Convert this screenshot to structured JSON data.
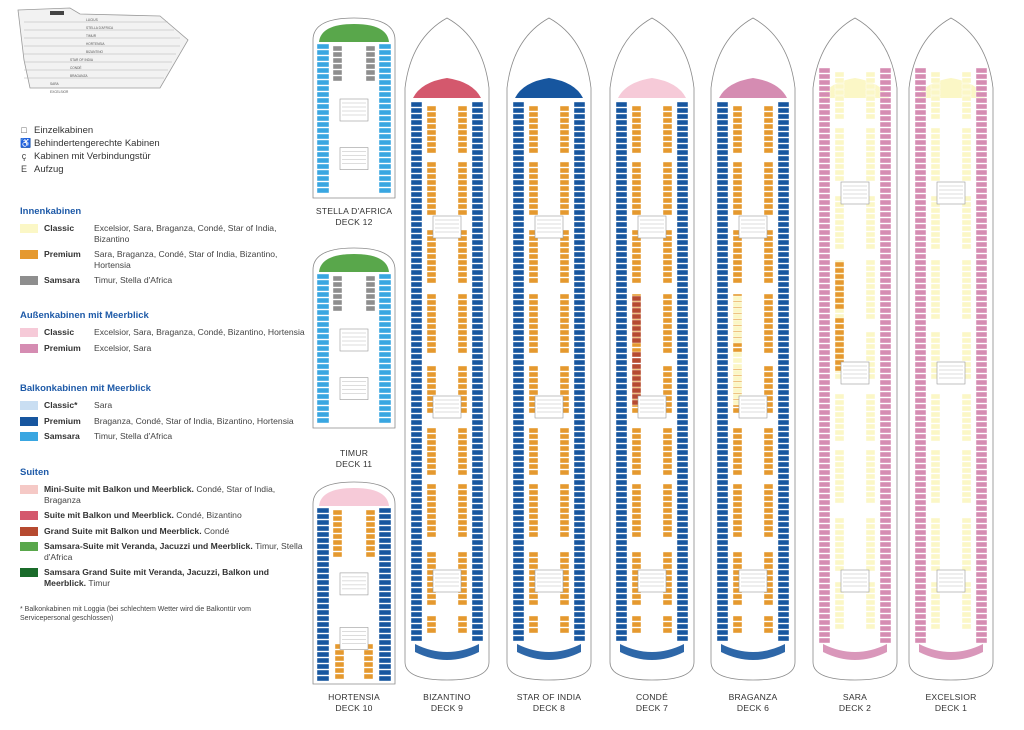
{
  "symbols": [
    {
      "icon": "square-icon",
      "glyph": "□",
      "label": "Einzelkabinen"
    },
    {
      "icon": "accessible-icon",
      "glyph": "♿",
      "label": "Behindertengerechte Kabinen"
    },
    {
      "icon": "connecting-door-icon",
      "glyph": "ç",
      "label": "Kabinen mit Verbindungstür"
    },
    {
      "icon": "elevator-icon",
      "glyph": "E",
      "label": "Aufzug"
    }
  ],
  "legend": {
    "inside": {
      "title": "Innenkabinen",
      "rows": [
        {
          "name": "Classic",
          "color": "#fbf7c6",
          "desc": "Excelsior, Sara, Braganza, Condé, Star of India, Bizantino"
        },
        {
          "name": "Premium",
          "color": "#e5992f",
          "desc": "Sara, Braganza, Condé, Star of India, Bizantino, Hortensia"
        },
        {
          "name": "Samsara",
          "color": "#8e8e8e",
          "desc": "Timur, Stella d'Africa"
        }
      ]
    },
    "outside": {
      "title": "Außenkabinen mit Meerblick",
      "rows": [
        {
          "name": "Classic",
          "color": "#f6cad8",
          "desc": "Excelsior, Sara, Braganza, Condé, Bizantino, Hortensia"
        },
        {
          "name": "Premium",
          "color": "#d58cb2",
          "desc": "Excelsior, Sara"
        }
      ]
    },
    "balcony": {
      "title": "Balkonkabinen mit Meerblick",
      "rows": [
        {
          "name": "Classic*",
          "color": "#c9def2",
          "desc": "Sara"
        },
        {
          "name": "Premium",
          "color": "#17569f",
          "desc": "Braganza, Condé, Star of India, Bizantino, Hortensia"
        },
        {
          "name": "Samsara",
          "color": "#39a6e1",
          "desc": "Timur, Stella d'Africa"
        }
      ]
    },
    "suites": {
      "title": "Suiten",
      "rows": [
        {
          "title": "Mini-Suite mit Balkon und Meerblick.",
          "color": "#f5c9c6",
          "desc": "Condé, Star of India, Braganza"
        },
        {
          "title": "Suite mit Balkon und Meerblick.",
          "color": "#d4586d",
          "desc": "Condé, Bizantino"
        },
        {
          "title": "Grand Suite mit Balkon und Meerblick.",
          "color": "#b64a30",
          "desc": "Condé"
        },
        {
          "title": "Samsara-Suite mit Veranda, Jacuzzi und Meerblick.",
          "color": "#59a74b",
          "desc": "Timur, Stella d'Africa"
        },
        {
          "title": "Samsara Grand Suite mit Veranda, Jacuzzi, Balkon und Meerblick.",
          "color": "#1a6b2a",
          "desc": "Timur"
        }
      ]
    },
    "footnote": "* Balkonkabinen mit Loggia (bei schlechtem Wetter wird die Balkontür vom Servicepersonal geschlossen)"
  },
  "ship_labels": [
    "LUCIUS",
    "STELLA D'AFRICA",
    "TIMUR",
    "HORTENSIA",
    "BIZANTINO",
    "STAR OF INDIA",
    "CONDÉ",
    "BRAGANZA",
    "SARA",
    "EXCELSIOR"
  ],
  "decks": [
    {
      "name": "STELLA D'AFRICA",
      "deck": "DECK 12",
      "shape": "small",
      "outer": "#39a6e1",
      "inner": "#8e8e8e",
      "bow": "#59a74b",
      "accent": "#39a6e1"
    },
    {
      "name": "TIMUR",
      "deck": "DECK 11",
      "shape": "small",
      "outer": "#39a6e1",
      "inner": "#8e8e8e",
      "bow": "#59a74b",
      "accent": "#1a6b2a"
    },
    {
      "name": "HORTENSIA",
      "deck": "DECK 10",
      "shape": "small",
      "outer": "#17569f",
      "inner": "#e5992f",
      "bow": "#f6cad8",
      "accent": "#17569f"
    },
    {
      "name": "BIZANTINO",
      "deck": "DECK 9",
      "shape": "long",
      "outer": "#17569f",
      "inner": "#e5992f",
      "bow": "#d4586d",
      "accent": "#e5992f"
    },
    {
      "name": "STAR OF INDIA",
      "deck": "DECK 8",
      "shape": "long",
      "outer": "#17569f",
      "inner": "#e5992f",
      "bow": "#17569f",
      "accent": "#e5992f"
    },
    {
      "name": "CONDÉ",
      "deck": "DECK 7",
      "shape": "long",
      "outer": "#17569f",
      "inner": "#e5992f",
      "bow": "#f6cad8",
      "accent": "#b64a30"
    },
    {
      "name": "BRAGANZA",
      "deck": "DECK 6",
      "shape": "long",
      "outer": "#17569f",
      "inner": "#e5992f",
      "bow": "#d58cb2",
      "accent": "#fbf7c6"
    },
    {
      "name": "SARA",
      "deck": "DECK 2",
      "shape": "long",
      "outer": "#d58cb2",
      "inner": "#fbf7c6",
      "bow": "#fbf7c6",
      "accent": "#e5992f"
    },
    {
      "name": "EXCELSIOR",
      "deck": "DECK 1",
      "shape": "long",
      "outer": "#d58cb2",
      "inner": "#fbf7c6",
      "bow": "#fbf7c6",
      "accent": "#fbf7c6"
    }
  ]
}
